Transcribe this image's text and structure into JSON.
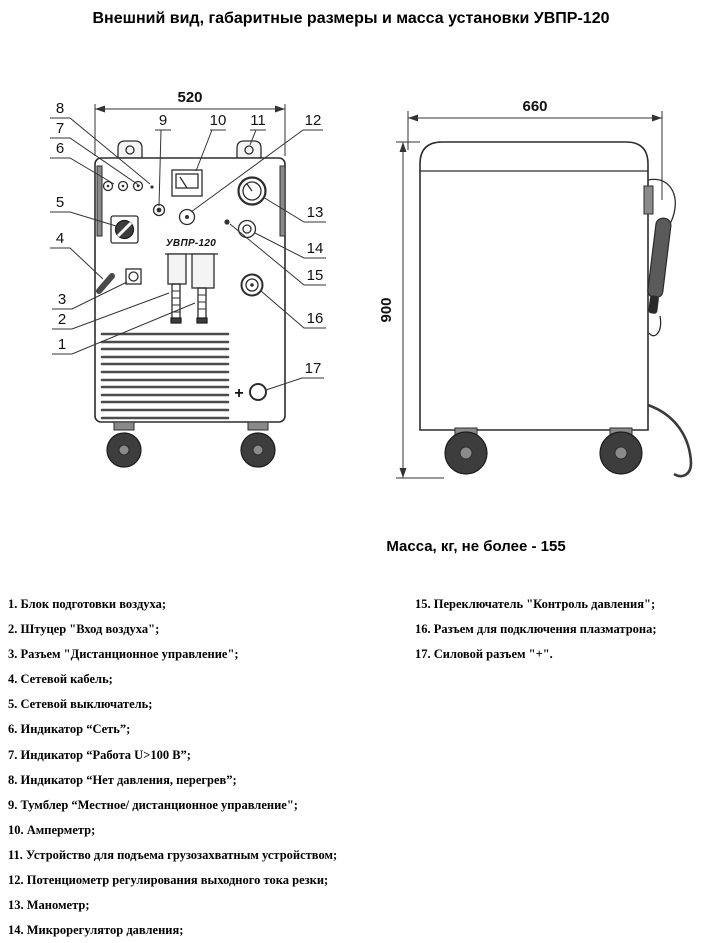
{
  "title": "Внешний вид, габаритные размеры и масса установки УВПР-120",
  "mass_note": "Масса, кг, не более - 155",
  "front_view": {
    "device_label": "УВПР-120",
    "width_dim": "520",
    "plus_label": "+",
    "callouts": [
      "1",
      "2",
      "3",
      "4",
      "5",
      "6",
      "7",
      "8",
      "9",
      "10",
      "11",
      "12",
      "13",
      "14",
      "15",
      "16",
      "17"
    ]
  },
  "side_view": {
    "width_dim": "660",
    "height_dim": "900"
  },
  "legend_left": [
    "1. Блок подготовки воздуха;",
    "2. Штуцер \"Вход воздуха\";",
    "3. Разъем \"Дистанционное управление\";",
    "4. Сетевой кабель;",
    "5. Сетевой выключатель;",
    "6. Индикатор “Сеть”;",
    "7. Индикатор “Работа U>100 В”;",
    "8. Индикатор “Нет давления, перегрев”;",
    "9. Тумблер “Местное/ дистанционное управление\";",
    "10. Амперметр;",
    "11. Устройство для подъема грузозахватным устройством;",
    "12. Потенциометр регулирования выходного тока резки;",
    "13. Манометр;",
    "14. Микрорегулятор давления;"
  ],
  "legend_right": [
    "15. Переключатель \"Контроль давления\";",
    "16. Разъем для подключения плазматрона;",
    "17. Силовой разъем \"+\"."
  ]
}
